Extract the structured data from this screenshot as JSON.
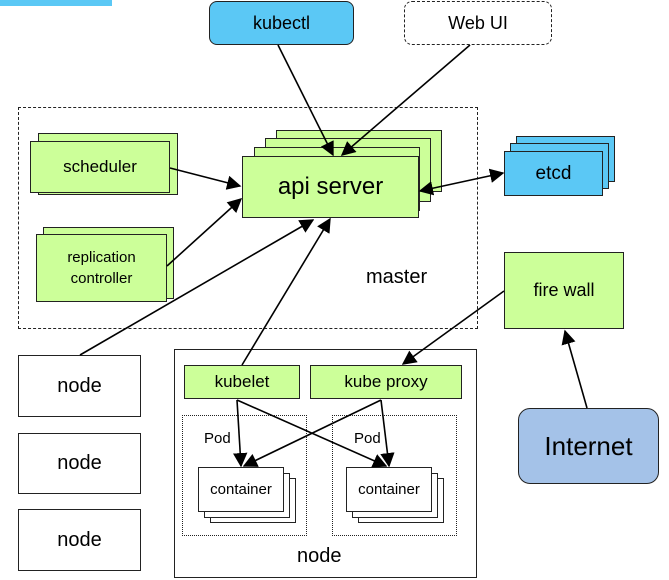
{
  "diagram": {
    "kubectl": "kubectl",
    "web_ui": "Web UI",
    "scheduler": "scheduler",
    "replication_controller": [
      "replication",
      "controller"
    ],
    "api_server": "api server",
    "etcd": "etcd",
    "master": "master",
    "fire_wall": "fire wall",
    "internet": "Internet",
    "left_nodes": [
      "node",
      "node",
      "node"
    ],
    "kubelet": "kubelet",
    "kube_proxy": "kube proxy",
    "pods": [
      {
        "label": "Pod",
        "container": "container"
      },
      {
        "label": "Pod",
        "container": "container"
      }
    ],
    "node_label": "node"
  },
  "colors": {
    "green": "#ccff99",
    "blue": "#5bc8f5",
    "internet": "#a4c2e8",
    "top_left_bar": "#5bc8f5"
  }
}
